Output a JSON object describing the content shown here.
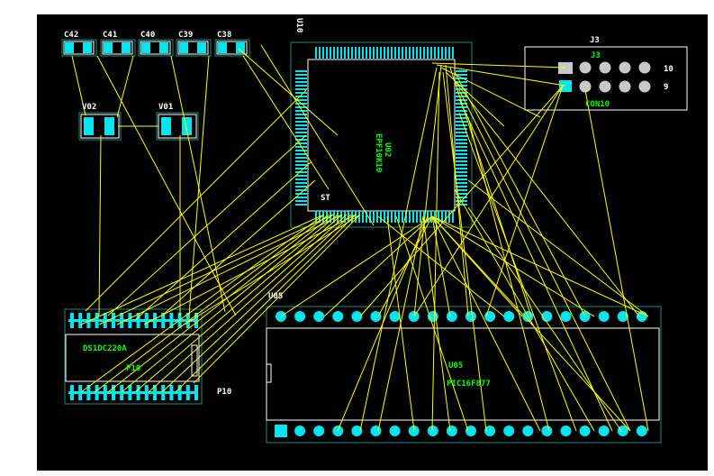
{
  "colors": {
    "background": "#000000",
    "page": "#ffffff",
    "ratsnest": "#ffff00",
    "pad": "#00e5ee",
    "outline": "#1d8a7f",
    "silk": "#ffffff",
    "text": "#00ff00"
  },
  "components": {
    "c42": {
      "designator": "C42"
    },
    "c41": {
      "designator": "C41"
    },
    "c40": {
      "designator": "C40"
    },
    "c39": {
      "designator": "C39"
    },
    "c38": {
      "designator": "C38"
    },
    "v02": {
      "designator": "V02"
    },
    "v01": {
      "designator": "V01"
    },
    "u10": {
      "designator": "U10",
      "value": "EPF10K10",
      "ref2": "U02",
      "pin_label": "ST"
    },
    "j3": {
      "designator": "J3",
      "name_label": "J3",
      "value": "CON10",
      "pin_first": "10",
      "pin_last": "9"
    },
    "u05": {
      "designator": "U05",
      "ref2": "U05",
      "value": "PIC16F877"
    },
    "p10": {
      "designator": "P10",
      "ref2": "P10",
      "value": "DS1DC220A"
    }
  }
}
